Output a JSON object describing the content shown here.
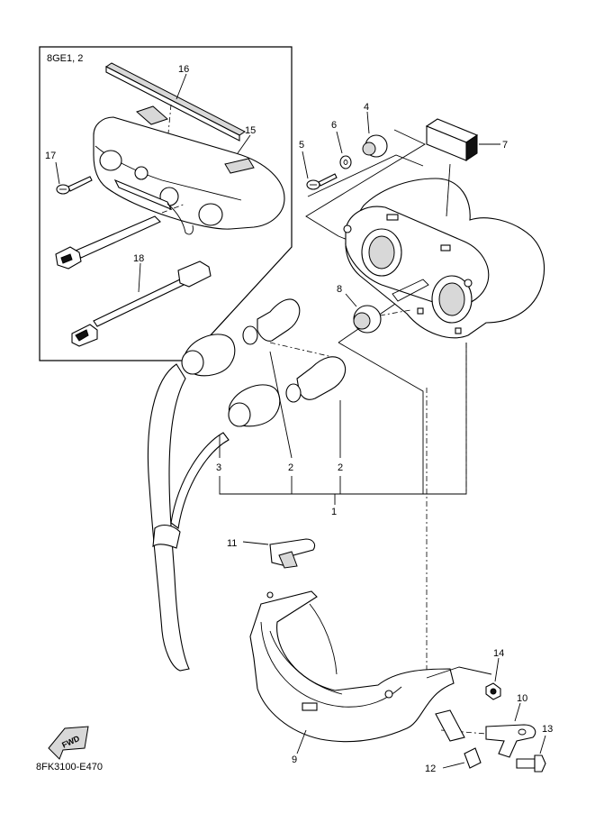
{
  "inset": {
    "variant_label": "8GE1, 2"
  },
  "callouts": {
    "p1": "1",
    "p2a": "2",
    "p2b": "2",
    "p3": "3",
    "p4": "4",
    "p5": "5",
    "p6": "6",
    "p7": "7",
    "p8": "8",
    "p9": "9",
    "p10": "10",
    "p11": "11",
    "p12": "12",
    "p13": "13",
    "p14": "14",
    "p15": "15",
    "p16": "16",
    "p17": "17",
    "p18": "18"
  },
  "fwd_arrow": {
    "label": "FWD"
  },
  "diagram_code": "8FK3100-E470"
}
